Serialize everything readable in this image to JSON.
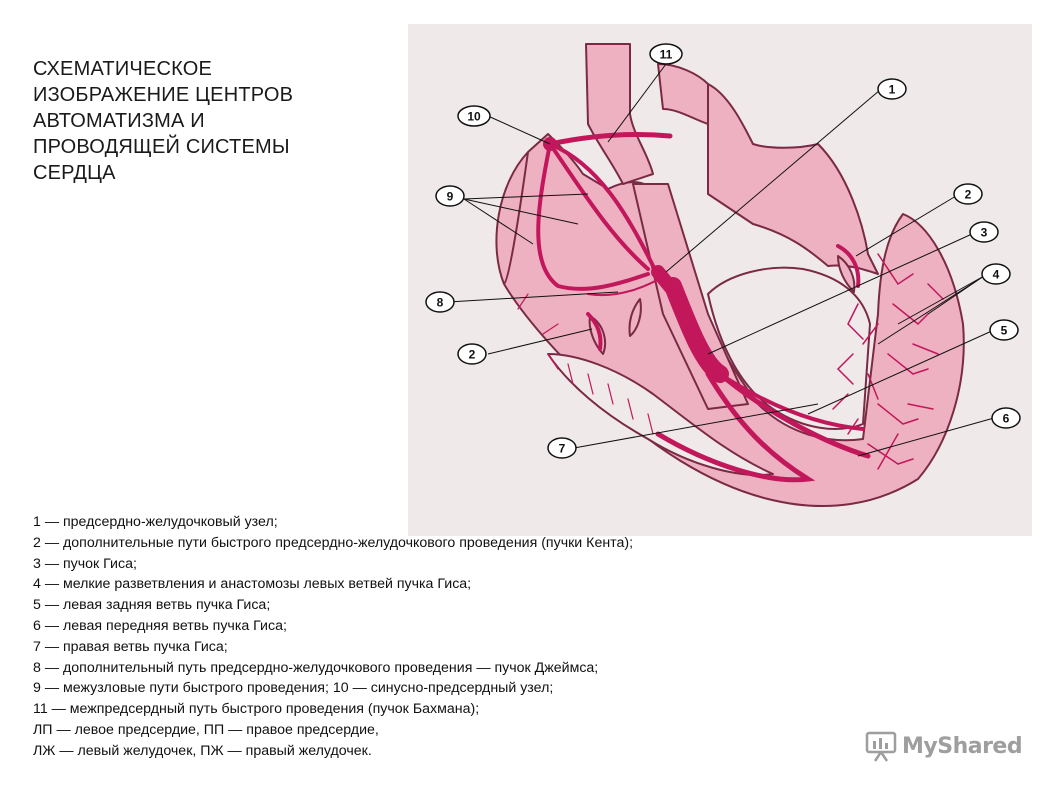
{
  "title_lines": [
    "СХЕМАТИЧЕСКОЕ",
    "ИЗОБРАЖЕНИЕ ЦЕНТРОВ",
    "АВТОМАТИЗМА И",
    "ПРОВОДЯЩЕЙ СИСТЕМЫ",
    "СЕРДЦА"
  ],
  "callouts": {
    "n1": "1",
    "n2a": "2",
    "n2b": "2",
    "n3": "3",
    "n4": "4",
    "n5": "5",
    "n6": "6",
    "n7": "7",
    "n8": "8",
    "n9": "9",
    "n10": "10",
    "n11": "11"
  },
  "legend": [
    "1 — предсердно-желудочковый узел;",
    "2 — дополнительные пути быстрого предсердно-желудочкового проведения (пучки Кента);",
    "3 — пучок Гиса;",
    "4 — мелкие разветвления и анастомозы левых ветвей пучка Гиса;",
    "5 — левая задняя ветвь пучка Гиса;",
    "6 — левая передняя ветвь пучка Гиса;",
    "7 — правая ветвь пучка Гиса;",
    "8 — дополнительный путь предсердно-желудочкового проведения — пучок Джеймса;",
    "9 — межузловые пути быстрого проведения; 10 — синусно-предсердный узел;",
    "11 — межпредсердный путь быстрого проведения (пучок Бахмана);",
    "ЛП — левое предсердие, ПП — правое предсердие,",
    "ЛЖ — левый желудочек, ПЖ — правый желудочек."
  ],
  "watermark": {
    "text": "MyShared"
  },
  "colors": {
    "background_panel": "#efe9ea",
    "tissue": "#eeb1c1",
    "outline": "#7a2a44",
    "conduction": "#c2185b",
    "text": "#111111",
    "watermark": "#9e9e9e"
  }
}
